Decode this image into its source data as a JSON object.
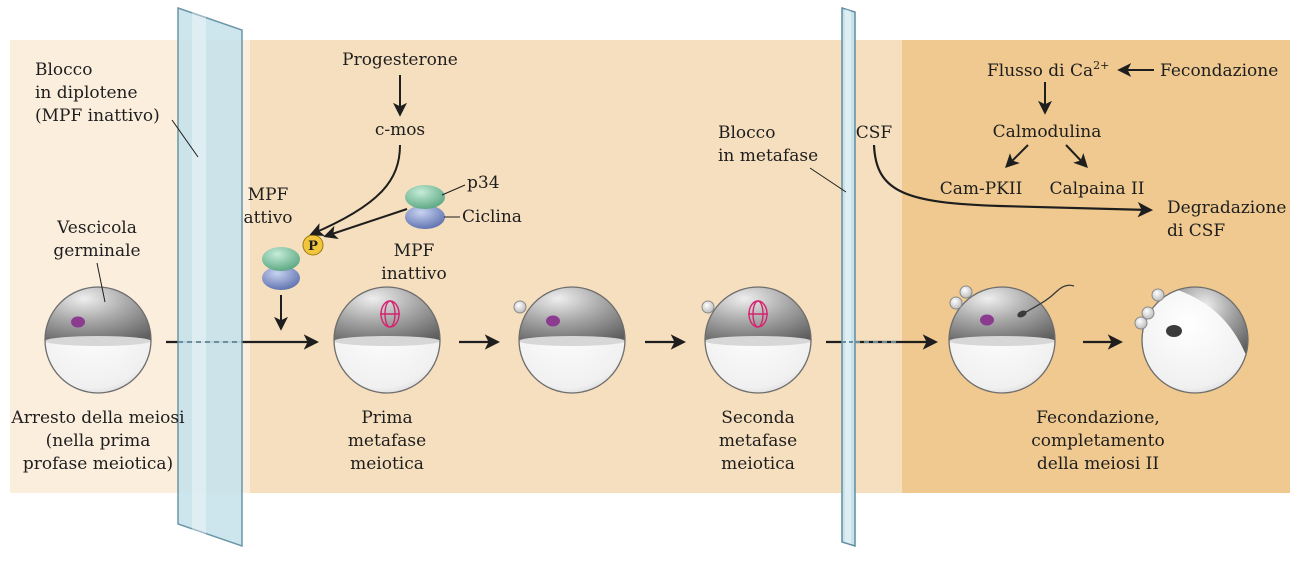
{
  "left_block": {
    "lines": [
      "Blocco",
      "in diplotene",
      "(MPF inattivo)"
    ]
  },
  "germinal_vesicle": {
    "lines": [
      "Vescicola",
      "germinale"
    ]
  },
  "progesterone": "Progesterone",
  "cmos": "c-mos",
  "mpf_active": {
    "lines": [
      "MPF",
      "attivo"
    ],
    "phospho": "P"
  },
  "mpf_inactive": {
    "lines": [
      "MPF",
      "inattivo"
    ],
    "p34": "p34",
    "cyclin": "Ciclina"
  },
  "metaphase_block": {
    "lines": [
      "Blocco",
      "in metafase"
    ]
  },
  "csf": "CSF",
  "calcium": {
    "prefix": "Flusso di Ca",
    "sup": "2+"
  },
  "fertilization_top": "Fecondazione",
  "calmodulin": "Calmodulina",
  "campk": "Cam-PKII",
  "calpain": "Calpaina II",
  "csf_degradation": {
    "lines": [
      "Degradazione",
      "di CSF"
    ]
  },
  "stages": [
    {
      "lines": [
        "Arresto della meiosi",
        "(nella prima",
        "profase meiotica)"
      ]
    },
    {
      "lines": [
        "Prima",
        "metafase",
        "meiotica"
      ]
    },
    {
      "lines": []
    },
    {
      "lines": [
        "Seconda",
        "metafase",
        "meiotica"
      ]
    },
    {
      "lines": [
        "Fecondazione,",
        "completamento",
        "della meiosi II"
      ]
    },
    {
      "lines": []
    }
  ],
  "colors": {
    "band_left": "#fbeedd",
    "band_mid": "#f6dfbe",
    "band_right": "#efc98f",
    "glass": "#c9e3ec",
    "glass_edge": "#5f8ea0",
    "p34": "#7cc6a0",
    "cyclin": "#7d93cf",
    "phospho": "#f2c53d",
    "nucleus": "#8c3c8f",
    "spindle": "#d6236f"
  }
}
